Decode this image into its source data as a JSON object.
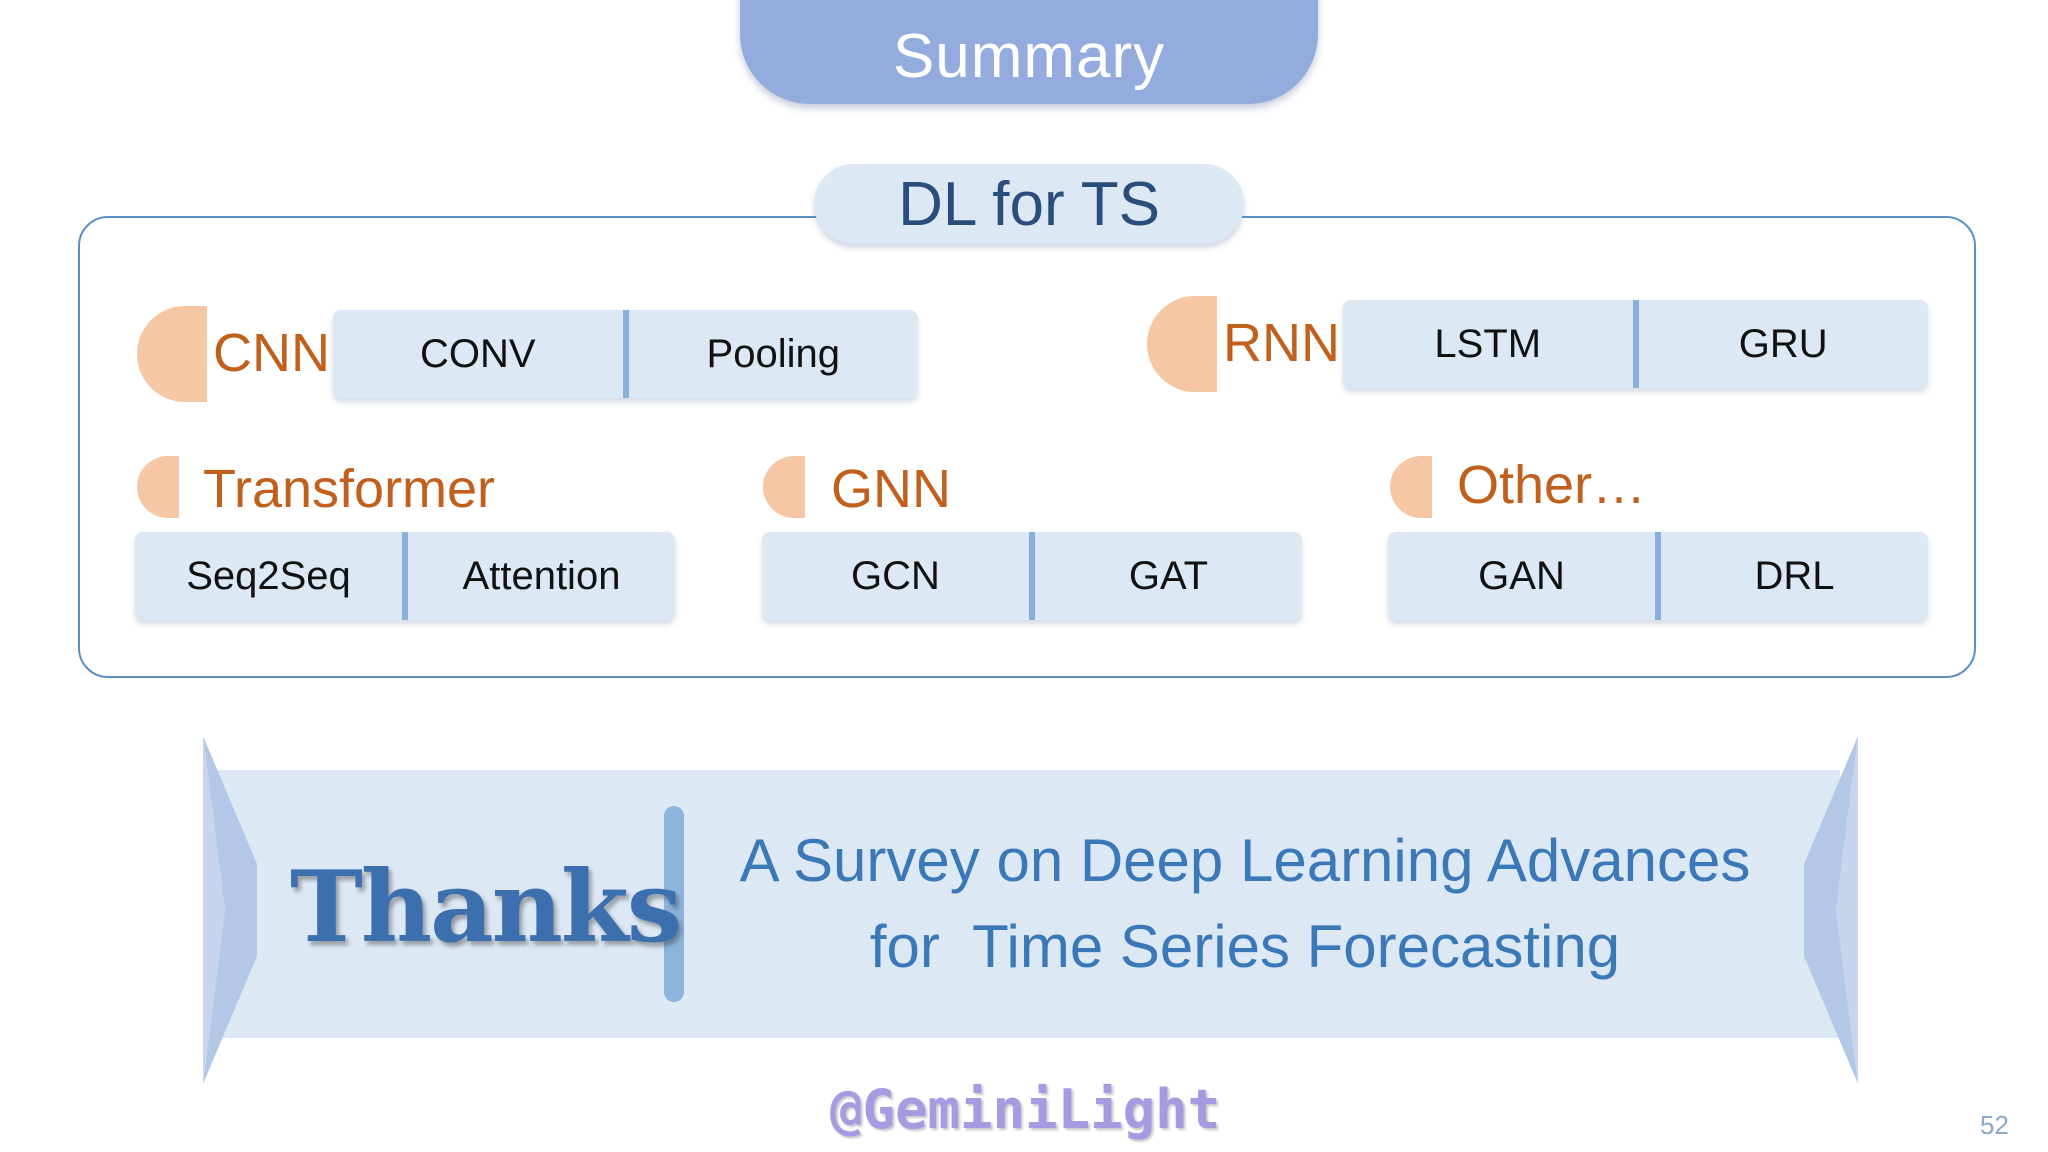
{
  "slide": {
    "title": "Summary",
    "frame_title": "DL for TS",
    "page_number": "52"
  },
  "categories": {
    "cnn": {
      "label": "CNN",
      "items": [
        "CONV",
        "Pooling"
      ]
    },
    "rnn": {
      "label": "RNN",
      "items": [
        "LSTM",
        "GRU"
      ]
    },
    "transformer": {
      "label": "Transformer",
      "items": [
        "Seq2Seq",
        "Attention"
      ]
    },
    "gnn": {
      "label": "GNN",
      "items": [
        "GCN",
        "GAT"
      ]
    },
    "other": {
      "label": "Other…",
      "items": [
        "GAN",
        "DRL"
      ]
    }
  },
  "banner": {
    "thanks": "Thanks",
    "survey_line1": "A Survey on Deep Learning Advances",
    "survey_line2": "for  Time Series Forecasting"
  },
  "footer": {
    "handle": "@GeminiLight"
  },
  "colors": {
    "title_tab": "#93acdd",
    "frame_border": "#5a8fc4",
    "pill_bg": "#dde8f5",
    "category_text": "#c0601c",
    "marker": "#f5c7a5",
    "survey_text": "#3a78b8",
    "handle": "#a79ae0"
  }
}
